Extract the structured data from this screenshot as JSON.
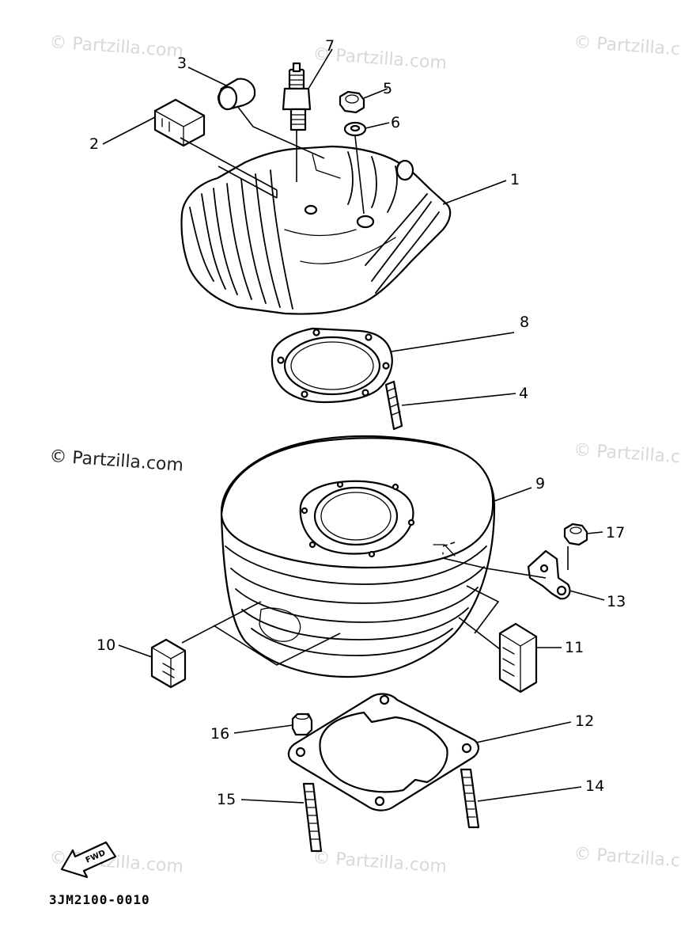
{
  "watermarks": {
    "text": "© Partzilla.com",
    "main_text": "© Partzilla.com"
  },
  "callouts": [
    "1",
    "2",
    "3",
    "4",
    "5",
    "6",
    "7",
    "8",
    "9",
    "10",
    "11",
    "12",
    "13",
    "14",
    "15",
    "16",
    "17"
  ],
  "diagram_code": "3JM2100-0010",
  "fwd_label": "FWD"
}
